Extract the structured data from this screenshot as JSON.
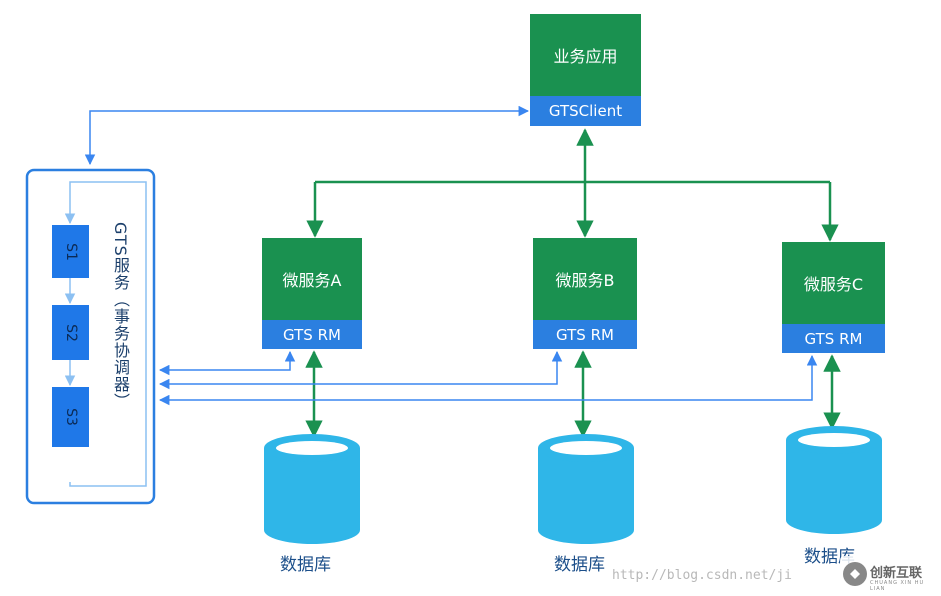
{
  "app": {
    "title": "业务应用",
    "client": "GTSClient"
  },
  "gts_service": {
    "title": "GTS服务（事务协调器）",
    "steps": [
      "S1",
      "S2",
      "S3"
    ]
  },
  "microservices": [
    {
      "name": "微服务A",
      "rm": "GTS RM",
      "db": "数据库"
    },
    {
      "name": "微服务B",
      "rm": "GTS RM",
      "db": "数据库"
    },
    {
      "name": "微服务C",
      "rm": "GTS RM",
      "db": "数据库"
    }
  ],
  "watermark": {
    "url": "http://blog.csdn.net/ji",
    "brand": "创新互联",
    "brand_sub": "CHUANG XIN HU LIAN"
  },
  "colors": {
    "green": "#1a9150",
    "blue": "#2b7fe0",
    "db_cyan": "#2fb6e8",
    "arrow_blue": "#3a86f0"
  }
}
